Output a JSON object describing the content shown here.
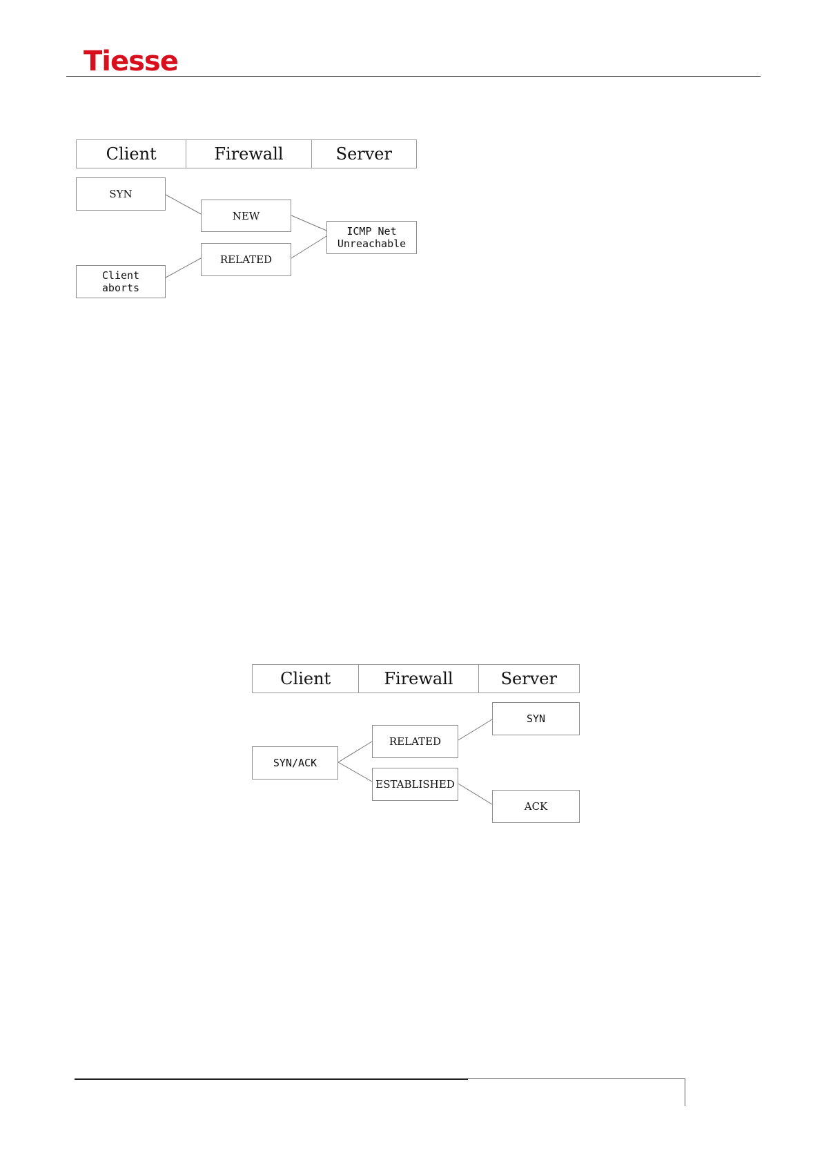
{
  "header": {
    "logo_text": "Tiesse",
    "logo_color": "#d8101e"
  },
  "diagram1": {
    "columns": [
      "Client",
      "Firewall",
      "Server"
    ],
    "boxes": {
      "client_syn": "SYN",
      "fw_new": "NEW",
      "server_icmp": "ICMP Net\nUnreachable",
      "fw_related": "RELATED",
      "client_aborts": "Client\naborts"
    }
  },
  "diagram2": {
    "columns": [
      "Client",
      "Firewall",
      "Server"
    ],
    "boxes": {
      "server_syn": "SYN",
      "fw_related": "RELATED",
      "client_synack": "SYN/ACK",
      "fw_established": "ESTABLISHED",
      "server_ack": "ACK"
    }
  }
}
